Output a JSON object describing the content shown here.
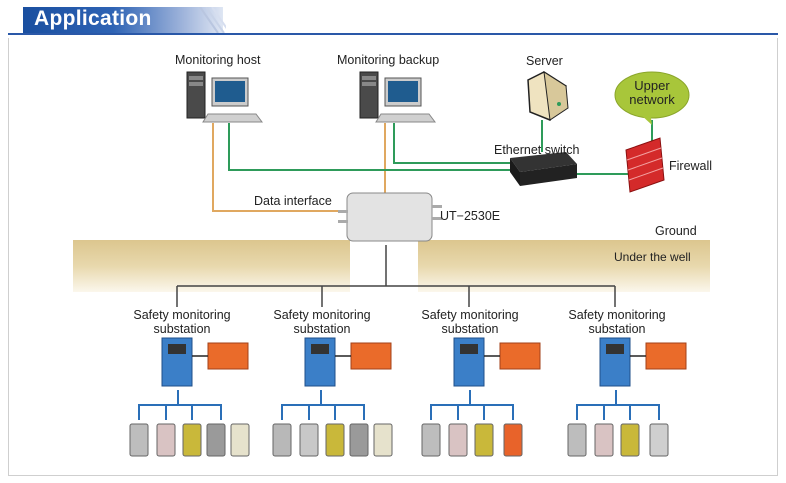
{
  "header": {
    "title": "Application"
  },
  "nodes": {
    "monitoring_host": "Monitoring host",
    "monitoring_backup": "Monitoring backup",
    "server": "Server",
    "upper_network": [
      "Upper",
      "network"
    ],
    "ethernet_switch": "Ethernet switch",
    "firewall": "Firewall",
    "data_interface": "Data interface",
    "device_model": "UT−2530E",
    "ground": "Ground",
    "under_well": "Under the well"
  },
  "substations": [
    {
      "label": [
        "Safety monitoring",
        "substation"
      ],
      "sensors": [
        "gas-detector",
        "sensor-box",
        "switch-sensor",
        "door-sensor",
        "speaker-box"
      ]
    },
    {
      "label": [
        "Safety monitoring",
        "substation"
      ],
      "sensors": [
        "co-sensor",
        "dust-sensor",
        "switch-sensor",
        "door-sensor",
        "speaker-box"
      ]
    },
    {
      "label": [
        "Safety monitoring",
        "substation"
      ],
      "sensors": [
        "gas-detector",
        "sensor-box",
        "switch-sensor",
        "breaker-box"
      ]
    },
    {
      "label": [
        "Safety monitoring",
        "substation"
      ],
      "sensors": [
        "gas-detector",
        "sensor-box",
        "switch-sensor",
        "temp-sensor"
      ]
    }
  ],
  "colors": {
    "header": "#1a4fa0",
    "ethernet_line": "#2e9b5a",
    "data_line": "#e0a860",
    "bus_line": "#2a6fb8",
    "firewall": "#d42a2a",
    "bubble": "#a8c63a"
  }
}
